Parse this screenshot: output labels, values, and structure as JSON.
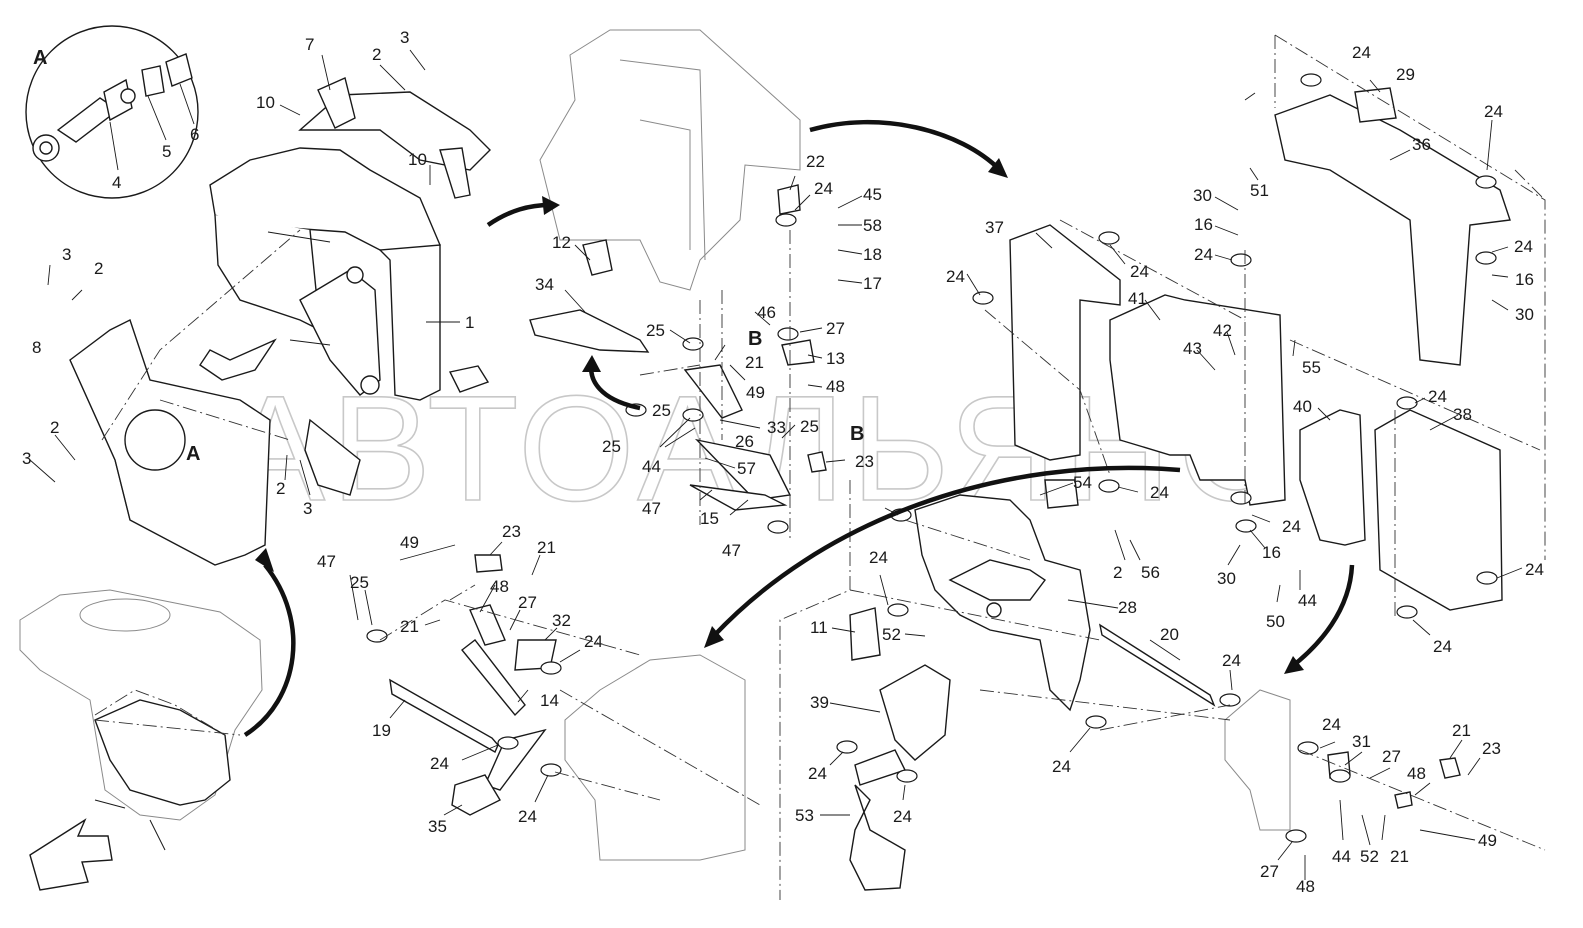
{
  "watermark": "АВТОАЛЬЯНС",
  "callouts": [
    {
      "id": "A",
      "text": "A",
      "kind": "detail"
    },
    {
      "id": "A2",
      "text": "A",
      "kind": "detail"
    },
    {
      "id": "B",
      "text": "B",
      "kind": "detail"
    },
    {
      "id": "B2",
      "text": "B",
      "kind": "detail"
    }
  ],
  "labels": [
    "1",
    "2",
    "3",
    "4",
    "5",
    "6",
    "7",
    "8",
    "10",
    "11",
    "12",
    "13",
    "14",
    "15",
    "16",
    "17",
    "18",
    "19",
    "20",
    "21",
    "22",
    "23",
    "24",
    "25",
    "26",
    "27",
    "28",
    "29",
    "30",
    "31",
    "32",
    "33",
    "34",
    "35",
    "36",
    "37",
    "38",
    "39",
    "40",
    "41",
    "42",
    "43",
    "44",
    "45",
    "46",
    "47",
    "48",
    "49",
    "50",
    "51",
    "52",
    "53",
    "54",
    "55",
    "56",
    "57",
    "58"
  ]
}
